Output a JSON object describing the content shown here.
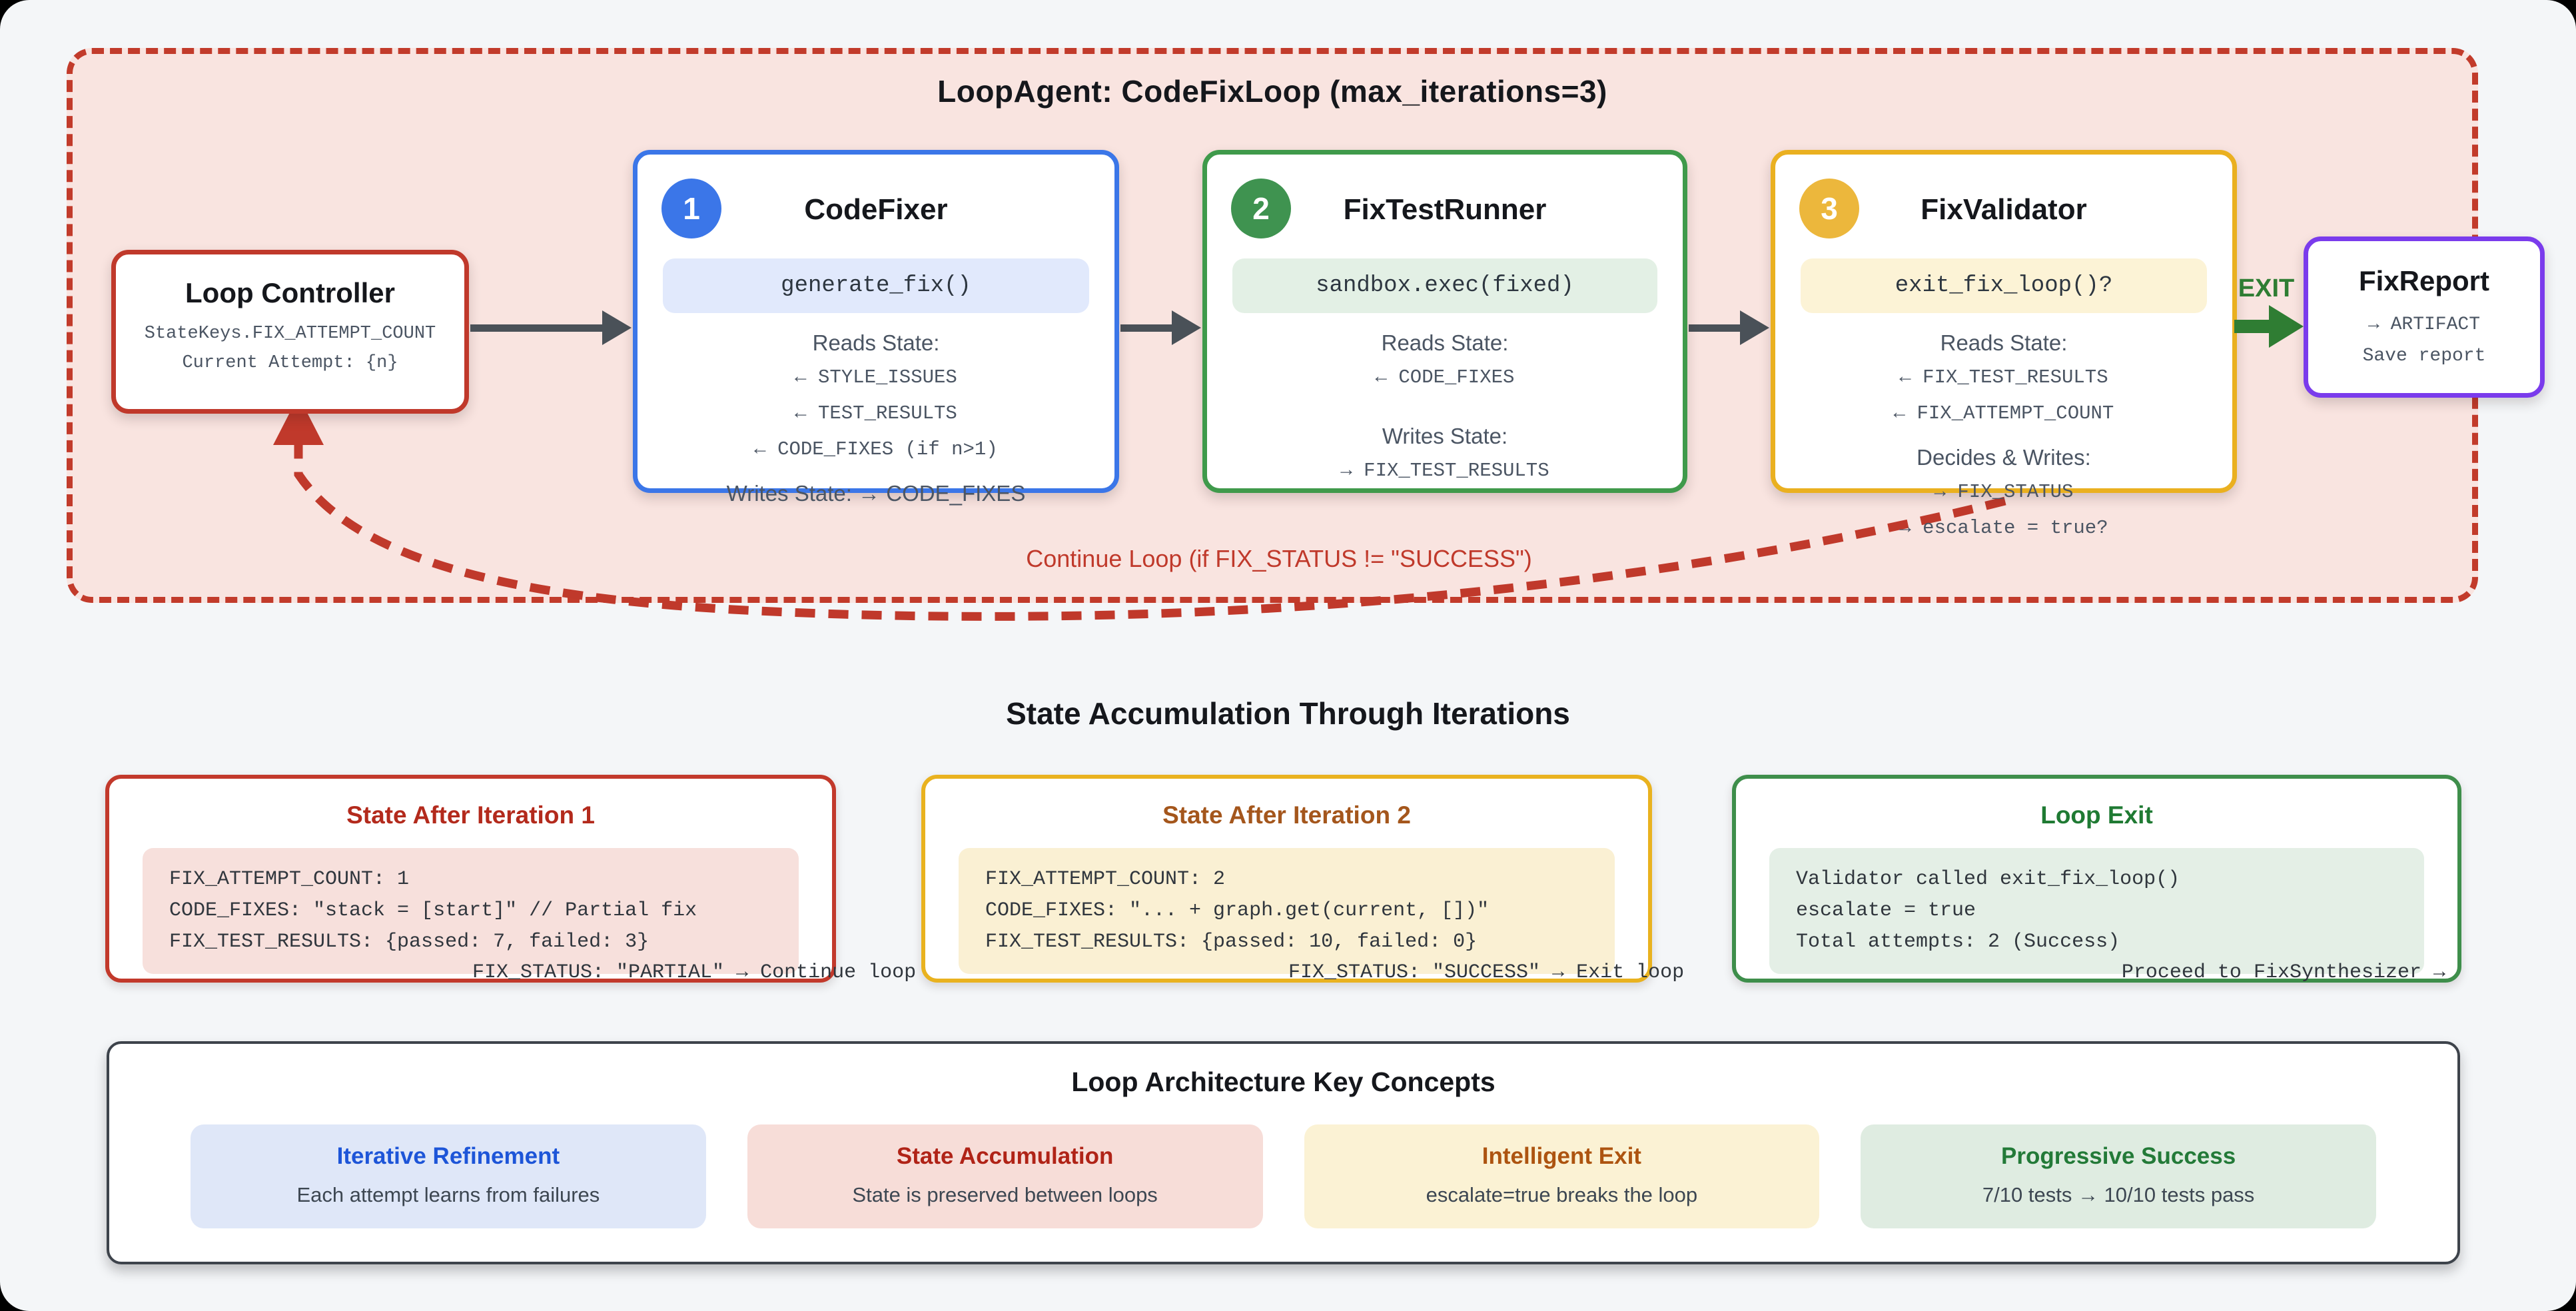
{
  "colors": {
    "loop_border": "#c23b2b",
    "loop_fill": "#f9e4e0",
    "blue_accent": "#3b76e8",
    "green_accent": "#3f9350",
    "amber_accent": "#eab020",
    "purple_accent": "#7a3bec",
    "exit_green": "#2f7d33",
    "arrow_gray": "#4a5158"
  },
  "loop": {
    "title": "LoopAgent: CodeFixLoop (max_iterations=3)",
    "controller": {
      "title": "Loop Controller",
      "line1": "StateKeys.FIX_ATTEMPT_COUNT",
      "line2": "Current Attempt: {n}"
    },
    "agents": [
      {
        "badge": "1",
        "title": "CodeFixer",
        "method": "generate_fix()",
        "reads_label": "Reads State:",
        "reads": [
          "← STYLE_ISSUES",
          "← TEST_RESULTS",
          "← CODE_FIXES (if n>1)"
        ],
        "writes_label": "Writes State: → CODE_FIXES"
      },
      {
        "badge": "2",
        "title": "FixTestRunner",
        "method": "sandbox.exec(fixed)",
        "reads_label": "Reads State:",
        "reads": [
          "← CODE_FIXES"
        ],
        "writes_label": "Writes State:",
        "writes": [
          "→ FIX_TEST_RESULTS"
        ]
      },
      {
        "badge": "3",
        "title": "FixValidator",
        "method": "exit_fix_loop()?",
        "reads_label": "Reads State:",
        "reads": [
          "← FIX_TEST_RESULTS",
          "← FIX_ATTEMPT_COUNT"
        ],
        "writes_label": "Decides & Writes:",
        "writes": [
          "→ FIX_STATUS",
          "→ escalate = true?"
        ]
      }
    ],
    "exit_label": "EXIT",
    "report": {
      "title": "FixReport",
      "line1": "→ ARTIFACT",
      "line2": "Save report"
    },
    "continue_label": "Continue Loop (if FIX_STATUS != \"SUCCESS\")"
  },
  "states": {
    "heading": "State Accumulation Through Iterations",
    "cards": [
      {
        "title": "State After Iteration 1",
        "lines": [
          "FIX_ATTEMPT_COUNT: 1",
          "CODE_FIXES: \"stack = [start]\" // Partial fix",
          "FIX_TEST_RESULTS: {passed: 7, failed: 3}"
        ],
        "overflow": "FIX_STATUS: \"PARTIAL\" → Continue loop"
      },
      {
        "title": "State After Iteration 2",
        "lines": [
          "FIX_ATTEMPT_COUNT: 2",
          "CODE_FIXES: \"... + graph.get(current, [])\"",
          "FIX_TEST_RESULTS: {passed: 10, failed: 0}"
        ],
        "overflow": "FIX_STATUS: \"SUCCESS\" → Exit loop"
      },
      {
        "title": "Loop Exit",
        "lines": [
          "Validator called exit_fix_loop()",
          "escalate = true",
          "Total attempts: 2 (Success)"
        ],
        "overflow": "Proceed to FixSynthesizer →"
      }
    ]
  },
  "concepts": {
    "title": "Loop Architecture Key Concepts",
    "pills": [
      {
        "title": "Iterative Refinement",
        "subtitle": "Each attempt learns from failures"
      },
      {
        "title": "State Accumulation",
        "subtitle": "State is preserved between loops"
      },
      {
        "title": "Intelligent Exit",
        "subtitle": "escalate=true breaks the loop"
      },
      {
        "title": "Progressive Success",
        "subtitle": "7/10 tests → 10/10 tests pass"
      }
    ]
  }
}
